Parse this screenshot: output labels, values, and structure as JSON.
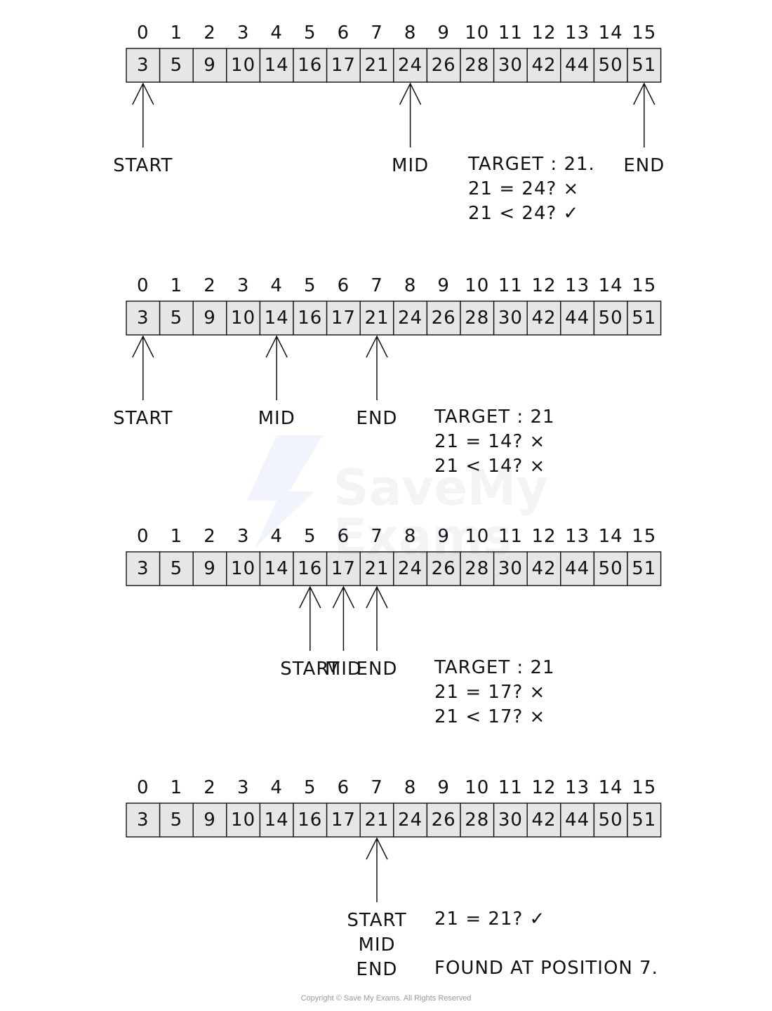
{
  "indices": [
    "0",
    "1",
    "2",
    "3",
    "4",
    "5",
    "6",
    "7",
    "8",
    "9",
    "10",
    "11",
    "12",
    "13",
    "14",
    "15"
  ],
  "values": [
    "3",
    "5",
    "9",
    "10",
    "14",
    "16",
    "17",
    "21",
    "24",
    "26",
    "28",
    "30",
    "42",
    "44",
    "50",
    "51"
  ],
  "colors": {
    "cell_fill": "#e6e6e6",
    "stroke": "#111111"
  },
  "steps": [
    {
      "pointers": [
        {
          "index": 0,
          "label": "START"
        },
        {
          "index": 8,
          "label": "MID"
        },
        {
          "index": 15,
          "label": "END"
        }
      ],
      "notes": [
        "TARGET : 21.",
        "21 = 24? ×",
        "21 < 24? ✓"
      ]
    },
    {
      "pointers": [
        {
          "index": 0,
          "label": "START"
        },
        {
          "index": 4,
          "label": "MID"
        },
        {
          "index": 7,
          "label": "END"
        }
      ],
      "notes": [
        "TARGET : 21",
        "21 = 14? ×",
        "21 < 14? ×"
      ]
    },
    {
      "pointers": [
        {
          "index": 5,
          "label": "START"
        },
        {
          "index": 6,
          "label": "MID"
        },
        {
          "index": 7,
          "label": "END"
        }
      ],
      "notes": [
        "TARGET : 21",
        "21 = 17? ×",
        "21 < 17? ×"
      ]
    },
    {
      "pointers": [
        {
          "index": 7,
          "label": "START\nMID\nEND"
        }
      ],
      "notes": [
        "21 = 21? ✓",
        "",
        "FOUND AT POSITION 7."
      ]
    }
  ],
  "watermark": "SaveMy Exams",
  "copyright": "Copyright © Save My Exams. All Rights Reserved"
}
